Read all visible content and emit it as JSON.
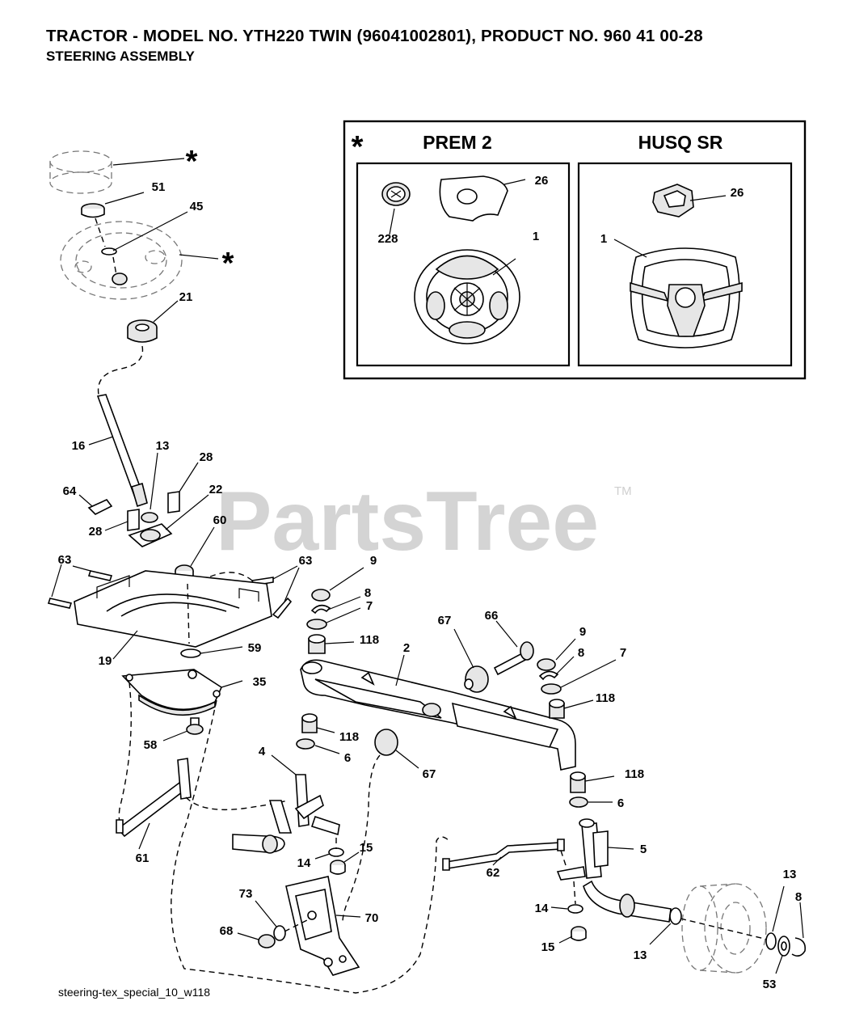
{
  "header": {
    "title": "TRACTOR - MODEL NO. YTH220 TWIN (96041002801), PRODUCT NO. 960 41 00-28",
    "subtitle": "STEERING ASSEMBLY"
  },
  "inset": {
    "star": "*",
    "left_heading": "PREM 2",
    "right_heading": "HUSQ SR"
  },
  "watermark": {
    "text": "PartsTree",
    "tm": "TM"
  },
  "footer": {
    "code": "steering-tex_special_10_w118"
  },
  "star_mark": "*",
  "labels": {
    "p51": "51",
    "p45": "45",
    "p21": "21",
    "p16": "16",
    "p13": "13",
    "p28": "28",
    "p22": "22",
    "p64": "64",
    "p60": "60",
    "p63": "63",
    "p9": "9",
    "p8": "8",
    "p7": "7",
    "p118": "118",
    "p2": "2",
    "p66": "66",
    "p67": "67",
    "p19": "19",
    "p59": "59",
    "p35": "35",
    "p58": "58",
    "p4": "4",
    "p6": "6",
    "p61": "61",
    "p14": "14",
    "p15": "15",
    "p62": "62",
    "p5": "5",
    "p73": "73",
    "p70": "70",
    "p68": "68",
    "p53": "53",
    "p1": "1",
    "p26": "26",
    "p228": "228"
  }
}
